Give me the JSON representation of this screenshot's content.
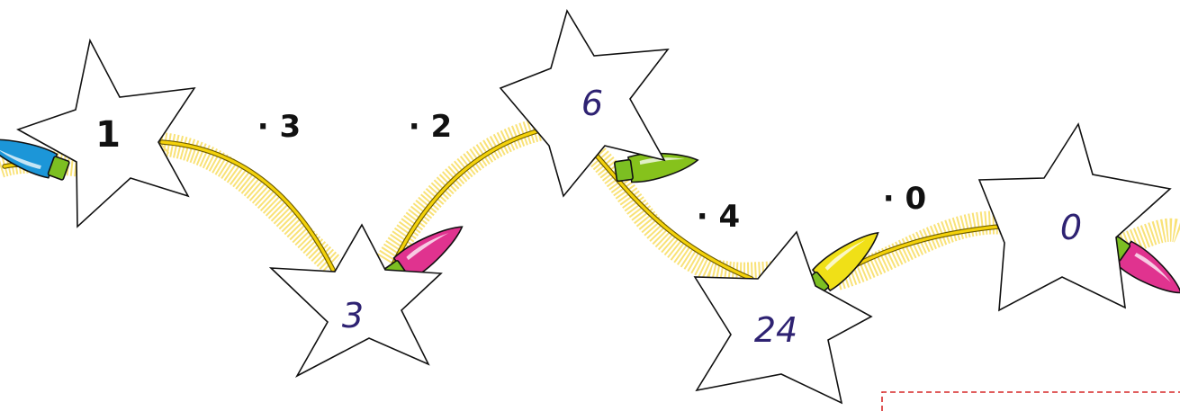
{
  "stars": [
    {
      "id": "star-1",
      "value": "1",
      "kind": "given"
    },
    {
      "id": "star-2",
      "value": "3",
      "kind": "answer"
    },
    {
      "id": "star-3",
      "value": "6",
      "kind": "answer"
    },
    {
      "id": "star-4",
      "value": "24",
      "kind": "answer"
    },
    {
      "id": "star-5",
      "value": "0",
      "kind": "answer"
    }
  ],
  "operations": [
    {
      "label": "· 3"
    },
    {
      "label": "· 2"
    },
    {
      "label": "· 4"
    },
    {
      "label": "· 0"
    }
  ],
  "bulbs": [
    {
      "color": "#1c96d8",
      "icon": "light-bulb-icon"
    },
    {
      "color": "#e0338f",
      "icon": "light-bulb-icon"
    },
    {
      "color": "#86c21c",
      "icon": "light-bulb-icon"
    },
    {
      "color": "#f0e017",
      "icon": "light-bulb-icon"
    },
    {
      "color": "#e0338f",
      "icon": "light-bulb-icon"
    }
  ],
  "colors": {
    "wire": "#f4d20a",
    "glow": "#f7d84a",
    "answer_text": "#2e2272",
    "answer_box_border": "#d62828"
  }
}
